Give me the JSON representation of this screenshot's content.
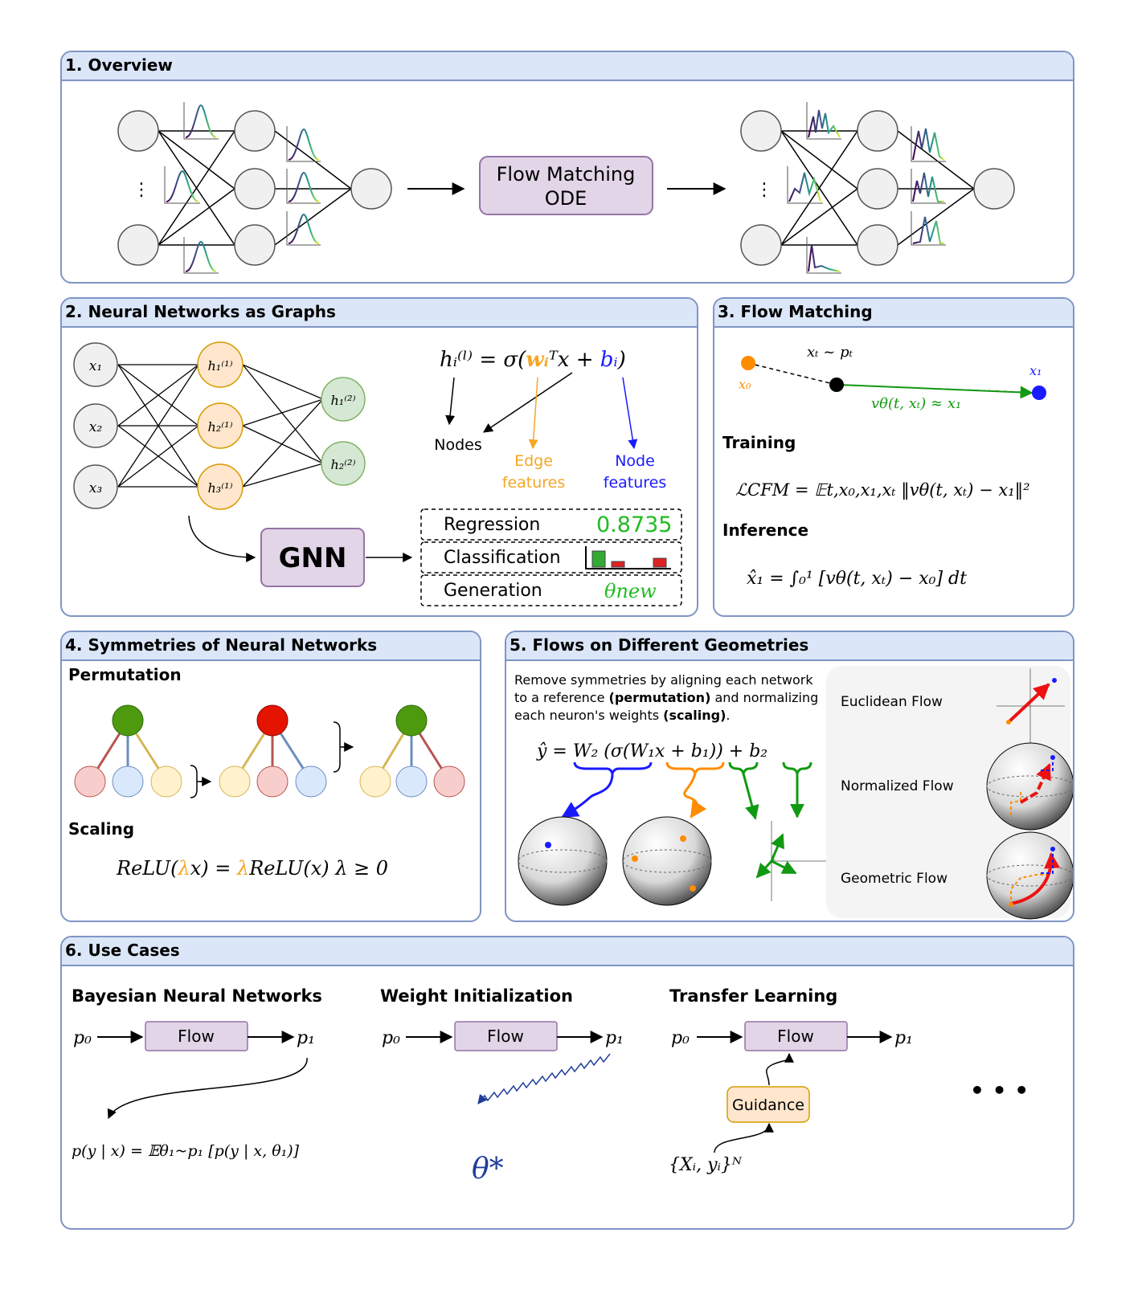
{
  "panels": {
    "overview": "1. Overview",
    "nn_graphs": "2. Neural Networks as Graphs",
    "flow_matching": "3. Flow Matching",
    "symmetries": "4. Symmetries of Neural Networks",
    "geometries": "5. Flows on Different Geometries",
    "use_cases": "6. Use Cases"
  },
  "overview": {
    "box_line1": "Flow Matching",
    "box_line2": "ODE",
    "dots": "⋮"
  },
  "nn": {
    "inputs": [
      "x₁",
      "x₂",
      "x₃"
    ],
    "hidden1": [
      "h₁⁽¹⁾",
      "h₂⁽¹⁾",
      "h₃⁽¹⁾"
    ],
    "hidden2": [
      "h₁⁽²⁾",
      "h₂⁽²⁾"
    ],
    "formula_lhs": "hᵢ⁽ˡ⁾ = σ(",
    "formula_w": "wᵢ",
    "formula_mid": "ᵀx + ",
    "formula_b": "bᵢ",
    "formula_end": ")",
    "nodes_label": "Nodes",
    "edge_label_1": "Edge",
    "edge_label_2": "features",
    "node_label_1": "Node",
    "node_label_2": "features",
    "gnn": "GNN",
    "tasks": [
      {
        "label": "Regression",
        "value": "0.8735"
      },
      {
        "label": "Classification",
        "value": ""
      },
      {
        "label": "Generation",
        "value": "θnew"
      }
    ]
  },
  "fm": {
    "xt_label": "xₜ ~ pₜ",
    "x0": "x₀",
    "x1": "x₁",
    "velocity": "vθ(t, xₜ) ≈ x₁",
    "training": "Training",
    "loss": "ℒCFM = 𝔼t,x₀,x₁,xₜ ‖vθ(t, xₜ) − x₁‖²",
    "inference": "Inference",
    "integral": "x̂₁ = ∫₀¹ [vθ(t, xₜ) − x₀] dt"
  },
  "sym": {
    "permutation": "Permutation",
    "scaling": "Scaling",
    "relu_1": "ReLU(",
    "relu_lambda": "λ",
    "relu_2": "x) = ",
    "relu_3": "ReLU(x)     λ ≥ 0"
  },
  "geo": {
    "desc_1": "Remove symmetries by aligning each network",
    "desc_2a": "to a reference ",
    "desc_2b": "(permutation)",
    "desc_2c": " and normalizing",
    "desc_3a": "each neuron's weights ",
    "desc_3b": "(scaling)",
    "desc_3c": ".",
    "equation": "ŷ = W₂ (σ(W₁x + b₁)) + b₂",
    "euclidean": "Euclidean Flow",
    "normalized": "Normalized Flow",
    "geometric": "Geometric Flow"
  },
  "use": {
    "bnn": "Bayesian Neural Networks",
    "init": "Weight Initialization",
    "transfer": "Transfer Learning",
    "flow": "Flow",
    "p0": "p₀",
    "p1": "p₁",
    "bnn_formula": "p(y | x) = 𝔼θ₁~p₁ [p(y | x, θ₁)]",
    "theta_star": "θ*",
    "guidance": "Guidance",
    "dataset": "{Xᵢ, yᵢ}ᴺ",
    "ellipsis": "• • •"
  },
  "colors": {
    "panel_border": "#7f95c4",
    "panel_header": "#dbe6f8",
    "purple_box": "#e1d5e7",
    "purple_border": "#9673a6",
    "orange_node": "#ffe6cc",
    "orange_border": "#d79b00",
    "green_node": "#d5e8d4",
    "green_border": "#82b366",
    "edge_orange": "#f5a623",
    "node_blue": "#1a1aff",
    "green_value": "#22bb22"
  }
}
